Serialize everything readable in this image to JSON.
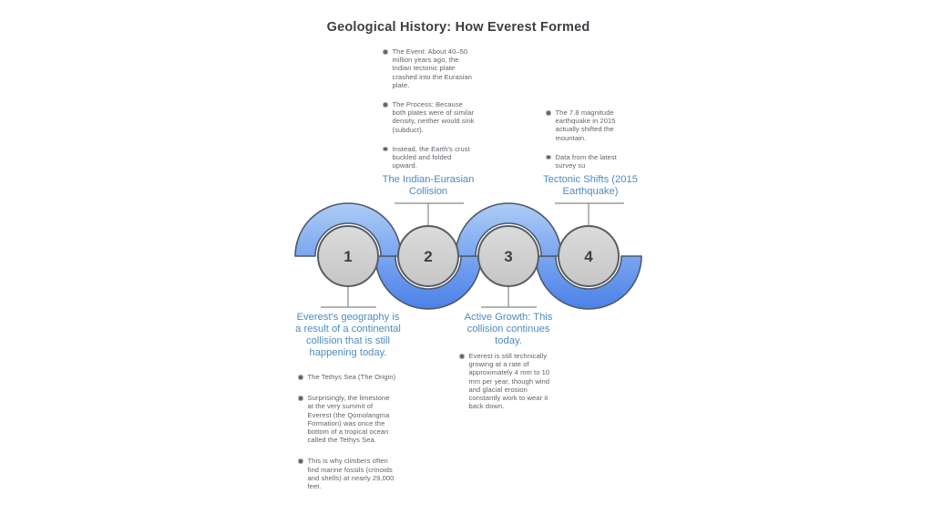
{
  "title": "Geological History: How Everest Formed",
  "colors": {
    "heading_blue": "#4c8bc2",
    "wave_gradient_top": "#aecdf7",
    "wave_gradient_mid": "#7aa6f0",
    "wave_gradient_bottom": "#4a80e8",
    "wave_outline": "#4f5a66",
    "circle_fill": "#d2d2d2",
    "circle_border": "#585f66",
    "note_text_gray": "#5d6267",
    "title_color": "#3b4045"
  },
  "steps": {
    "step1": {
      "number": "1",
      "heading": "Everest's geography is a result of a continental collision that is still happening today.",
      "bullets": [
        "The Tethys Sea (The Origin)",
        "Surprisingly, the limestone at the very summit of Everest (the Qomolangma Formation) was once the bottom of a tropical ocean called the Tethys Sea.",
        "This is why climbers often find marine fossils (crinoids and shells) at nearly 29,000 feet."
      ]
    },
    "step2": {
      "number": "2",
      "heading": "The Indian-Eurasian Collision",
      "bullets": [
        "The Event: About 40–50 million years ago, the Indian tectonic plate crashed into the Eurasian plate.",
        "The Process: Because both plates were of similar density, neither would sink (subduct).",
        "Instead, the Earth's crust buckled and folded upward."
      ]
    },
    "step3": {
      "number": "3",
      "heading": "Active Growth: This collision continues today.",
      "bullets": [
        "Everest is still technically growing at a rate of approximately 4 mm to 10 mm per year, though wind and glacial erosion constantly work to wear it back down."
      ]
    },
    "step4": {
      "number": "4",
      "heading": "Tectonic Shifts (2015 Earthquake)",
      "bullets": [
        "The 7.8 magnitude earthquake in 2015 actually shifted the mountain.",
        "Data from the latest survey su"
      ]
    }
  }
}
